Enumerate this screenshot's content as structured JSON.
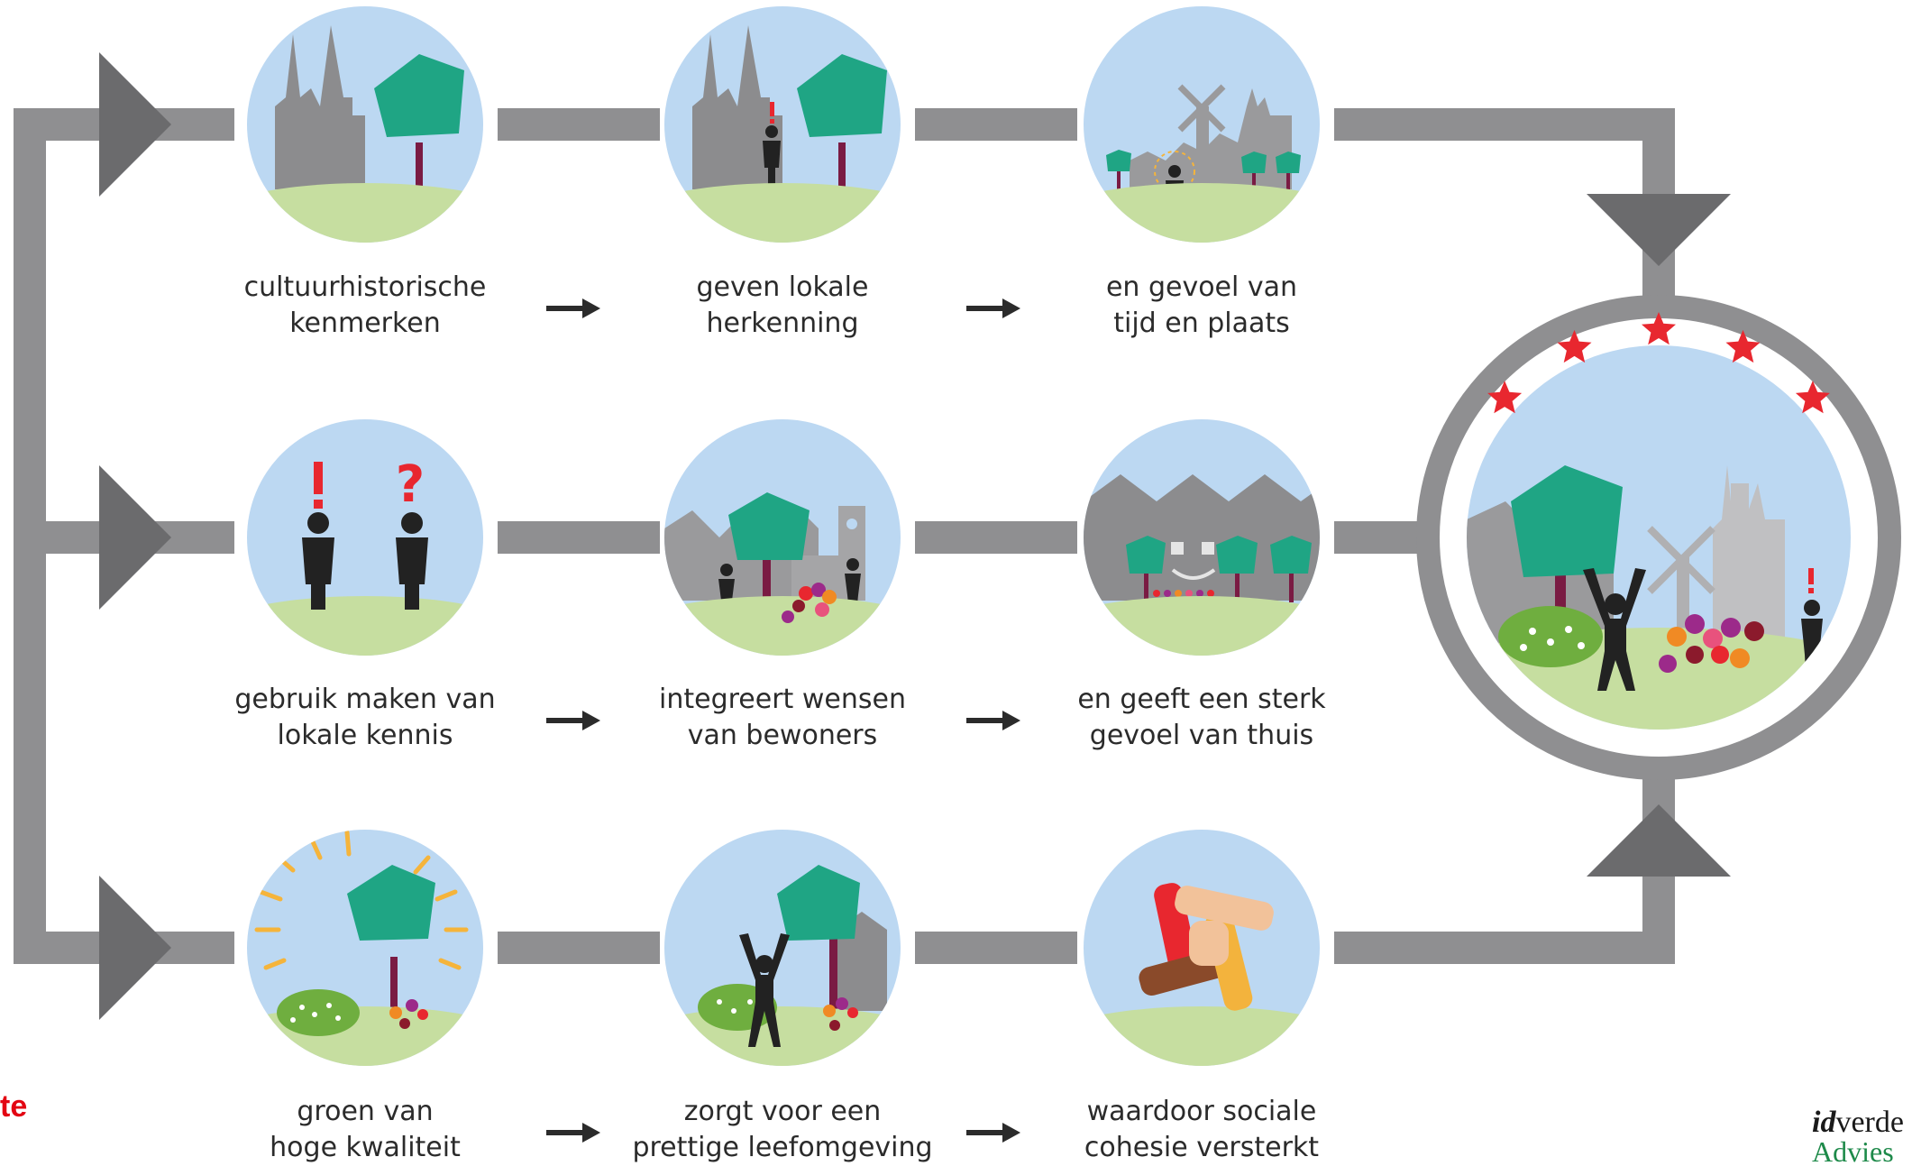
{
  "rows": [
    {
      "id": "cultural-heritage",
      "steps": [
        {
          "line1": "cultuurhistorische",
          "line2": "kenmerken"
        },
        {
          "line1": "geven lokale",
          "line2": "herkenning"
        },
        {
          "line1": "en gevoel van",
          "line2": "tijd en plaats"
        }
      ]
    },
    {
      "id": "local-knowledge",
      "steps": [
        {
          "line1": "gebruik maken van",
          "line2": "lokale kennis"
        },
        {
          "line1": "integreert wensen",
          "line2": "van bewoners"
        },
        {
          "line1": "en geeft een sterk",
          "line2": "gevoel van thuis"
        }
      ]
    },
    {
      "id": "green-quality",
      "steps": [
        {
          "line1": "groen van",
          "line2": "hoge kwaliteit"
        },
        {
          "line1": "zorgt voor een",
          "line2": "prettige leefomgeving"
        },
        {
          "line1": "waardoor sociale",
          "line2": "cohesie versterkt"
        }
      ]
    }
  ],
  "icons": [
    [
      "church-tree-icon",
      "person-at-church-icon",
      "town-skyline-windmill-icon"
    ],
    [
      "people-question-icon",
      "village-gathering-icon",
      "smiling-houses-icon"
    ],
    [
      "sunny-tree-icon",
      "cheering-person-garden-icon",
      "joined-hands-icon"
    ]
  ],
  "result": {
    "icon": "happy-neighbourhood-icon",
    "stars": 5
  },
  "branding": {
    "left_fragment": "te",
    "right_line1_italic": "id",
    "right_line1_rest": "verde",
    "right_line2": "Advies"
  },
  "colors": {
    "pipe": "#8f8f91",
    "arrow_head": "#6b6b6d",
    "sky": "#bcd8f2",
    "grass": "#c6dea0",
    "tree": "#1fa584",
    "trunk": "#7a1b43",
    "building": "#8c8c8e",
    "person": "#222222",
    "star": "#e8272f",
    "text": "#2b2b2b"
  }
}
